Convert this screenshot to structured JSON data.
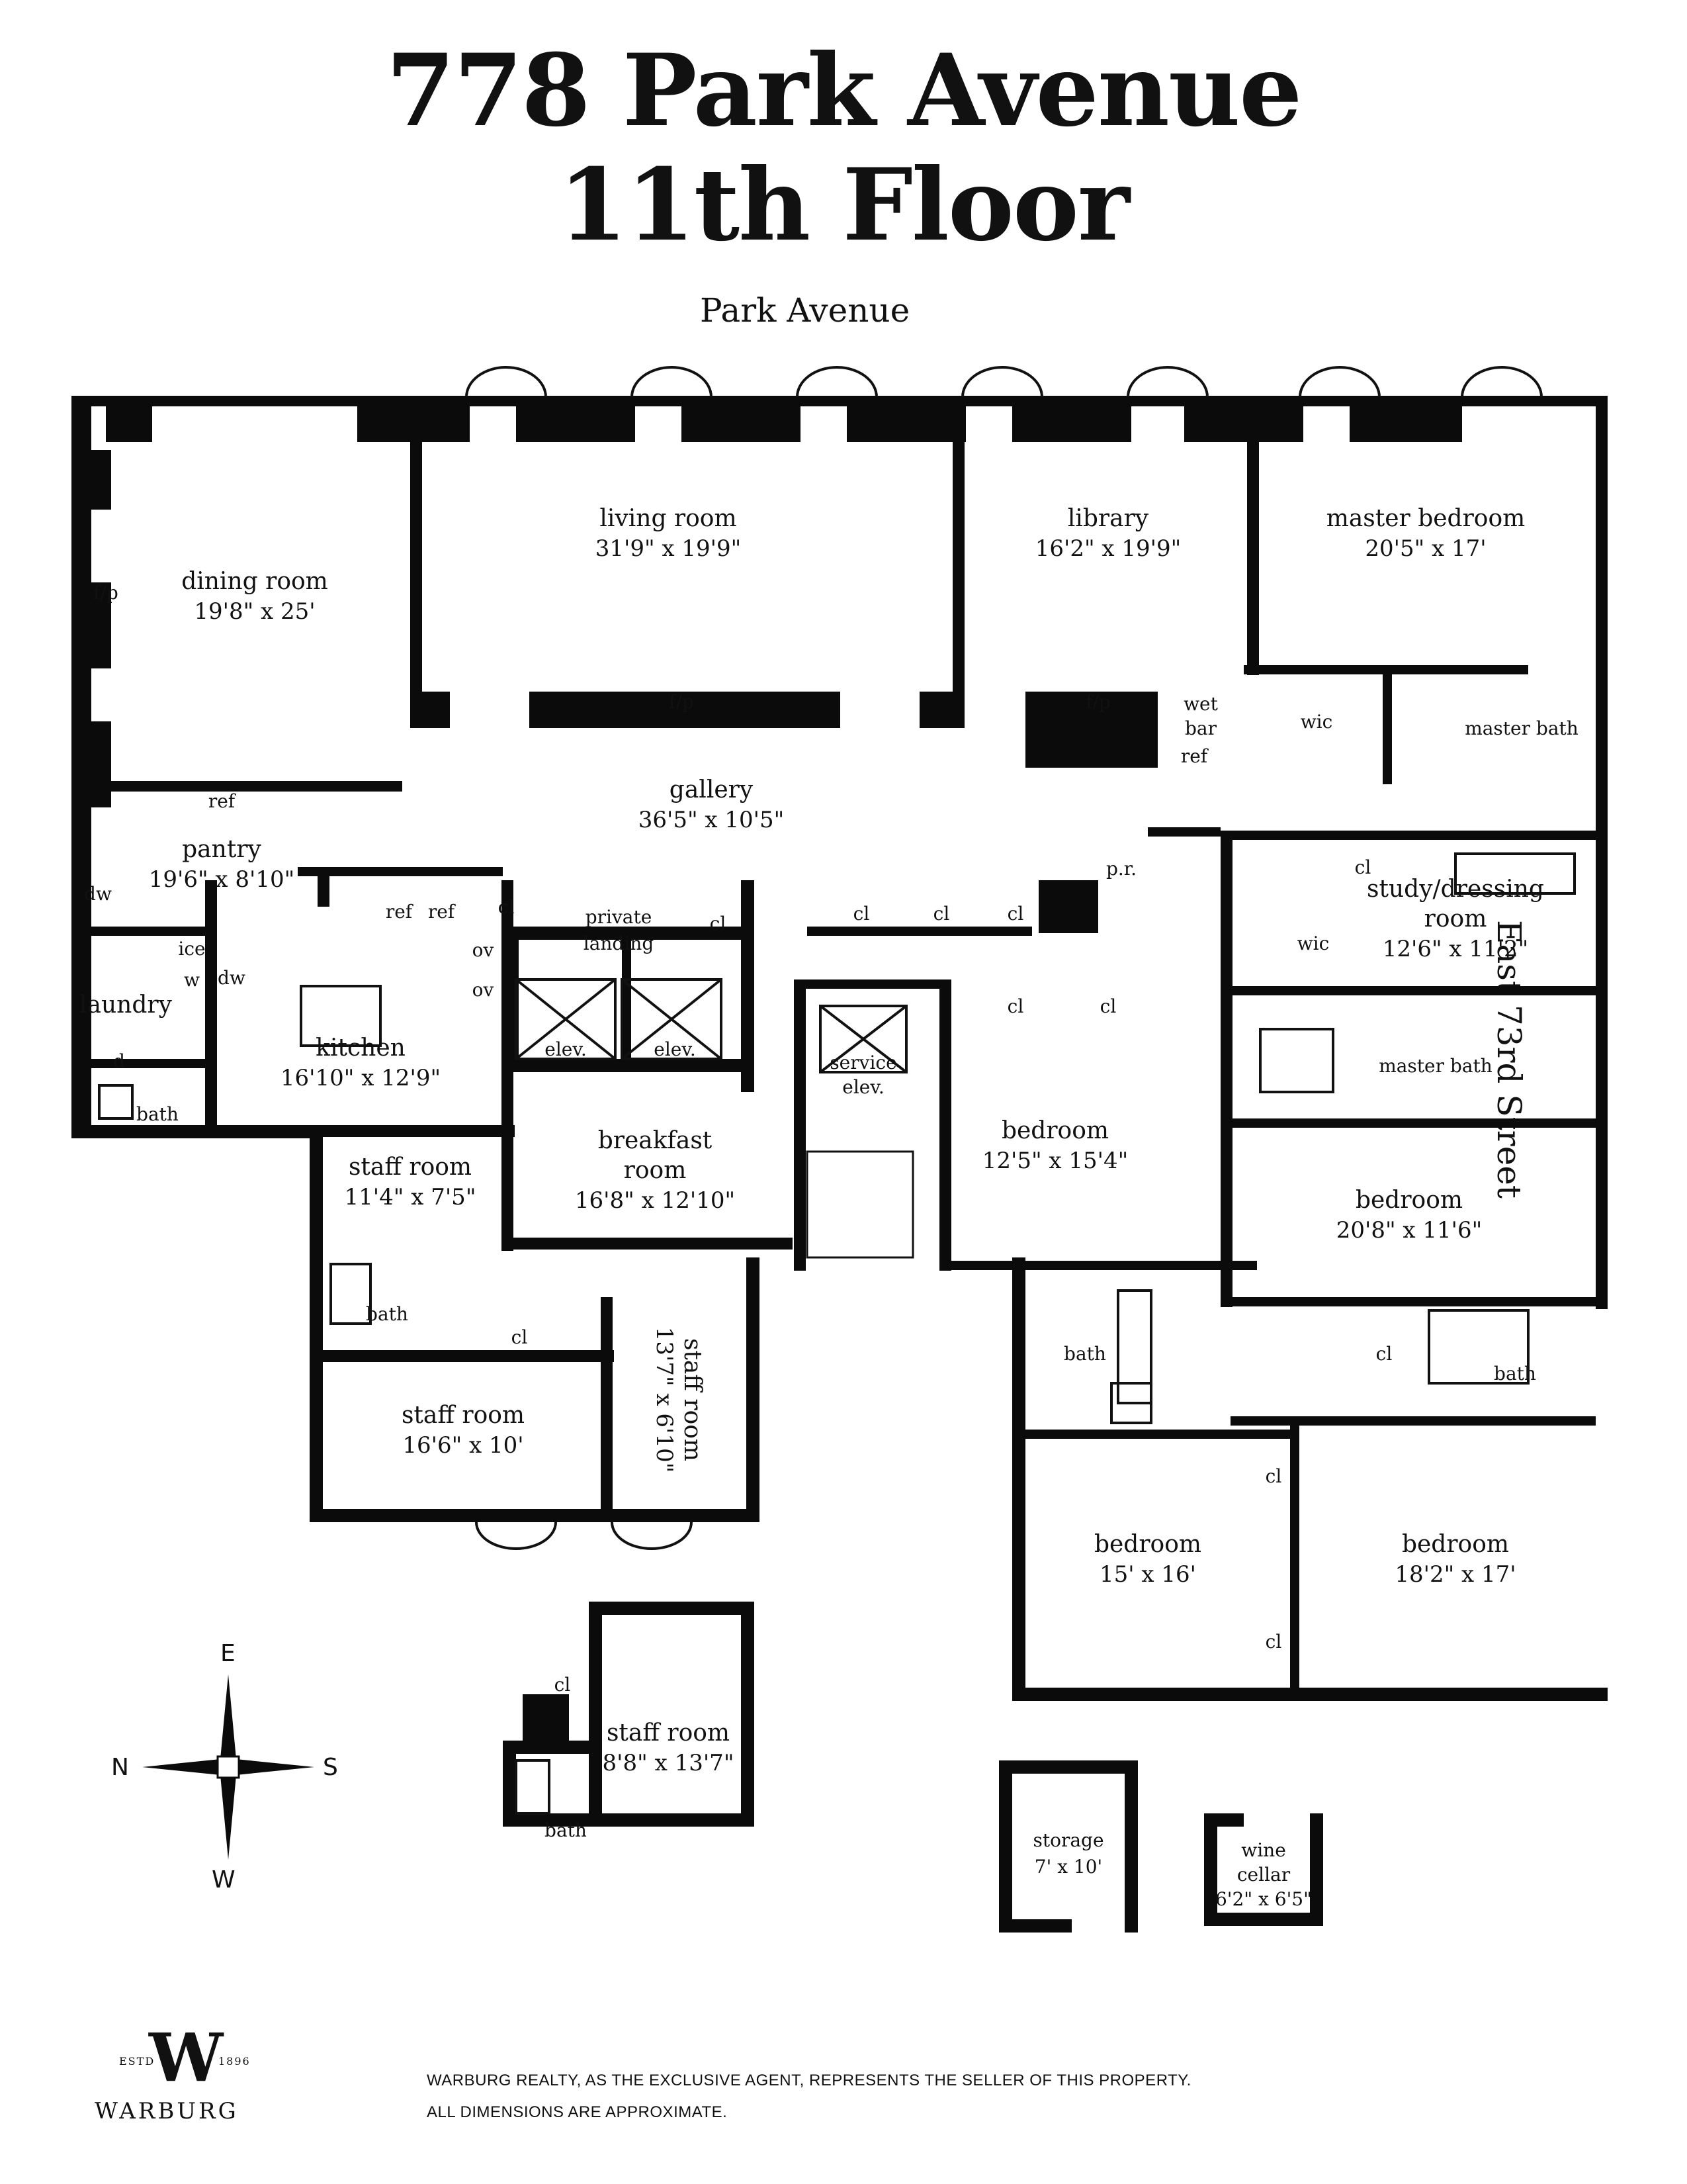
{
  "header": {
    "title_line1": "778 Park Avenue",
    "title_line2": "11th Floor"
  },
  "streets": {
    "top": "Park Avenue",
    "right": "East 73rd Street"
  },
  "rooms": {
    "dining": {
      "name": "dining room",
      "dim": "19'8\" x 25'"
    },
    "living": {
      "name": "living room",
      "dim": "31'9\" x 19'9\""
    },
    "library": {
      "name": "library",
      "dim": "16'2\" x 19'9\""
    },
    "master_bedroom": {
      "name": "master bedroom",
      "dim": "20'5\" x 17'"
    },
    "gallery": {
      "name": "gallery",
      "dim": "36'5\" x 10'5\""
    },
    "pantry": {
      "name": "pantry",
      "dim": "19'6\" x 8'10\""
    },
    "laundry": {
      "name": "laundry"
    },
    "kitchen": {
      "name": "kitchen",
      "dim": "16'10\" x 12'9\""
    },
    "private_landing": {
      "name_1": "private",
      "name_2": "landing"
    },
    "breakfast": {
      "name_1": "breakfast",
      "name_2": "room",
      "dim": "16'8\" x 12'10\""
    },
    "staff_room_1": {
      "name": "staff room",
      "dim": "11'4\" x 7'5\""
    },
    "staff_room_2": {
      "name": "staff room",
      "dim": "16'6\" x 10'"
    },
    "staff_room_3": {
      "name": "staff room",
      "dim": "13'7\" x 6'10\""
    },
    "staff_room_4": {
      "name": "staff room",
      "dim": "8'8\" x 13'7\""
    },
    "bedroom_1": {
      "name": "bedroom",
      "dim": "12'5\" x 15'4\""
    },
    "bedroom_2": {
      "name": "bedroom",
      "dim": "20'8\" x 11'6\""
    },
    "bedroom_3": {
      "name": "bedroom",
      "dim": "15' x 16'"
    },
    "bedroom_4": {
      "name": "bedroom",
      "dim": "18'2\" x 17'"
    },
    "study": {
      "name_1": "study/dressing",
      "name_2": "room",
      "dim": "12'6\" x 11'2\""
    },
    "master_bath_1": {
      "name": "master bath"
    },
    "master_bath_2": {
      "name": "master bath"
    },
    "storage": {
      "name": "storage",
      "dim": "7' x 10'"
    },
    "wine_cellar": {
      "name_1": "wine",
      "name_2": "cellar",
      "dim": "6'2\" x 6'5\""
    },
    "service_elev": {
      "name_1": "service",
      "name_2": "elev."
    }
  },
  "fixtures": {
    "fp": "f/p",
    "ref": "ref",
    "dw": "dw",
    "cl": "cl",
    "wic": "wic",
    "elev": "elev.",
    "ov": "ov",
    "ice": "ice",
    "w": "w",
    "d": "d",
    "bath": "bath",
    "pr": "p.r.",
    "wet": "wet",
    "bar": "bar"
  },
  "compass": {
    "n": "N",
    "s": "S",
    "e": "E",
    "w": "W"
  },
  "brand": {
    "name": "WARBURG",
    "monogram": "W",
    "estd": "ESTD",
    "year": "1896"
  },
  "footer": {
    "line1": "WARBURG REALTY, AS THE EXCLUSIVE AGENT, REPRESENTS THE SELLER OF THIS PROPERTY.",
    "line2": "ALL DIMENSIONS ARE APPROXIMATE."
  }
}
